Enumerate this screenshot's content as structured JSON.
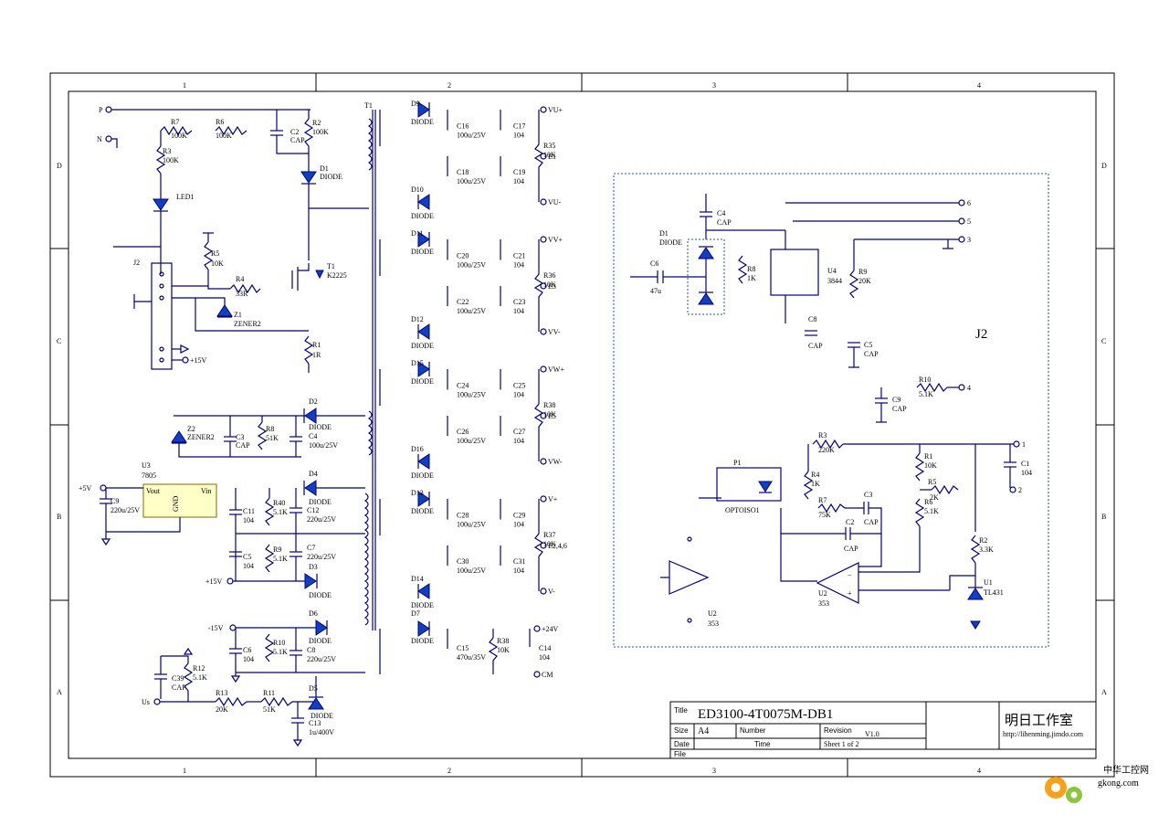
{
  "sheet": {
    "zones_top": [
      "1",
      "2",
      "3",
      "4"
    ],
    "zones_side": [
      "D",
      "C",
      "B",
      "A"
    ]
  },
  "title_block": {
    "title_label": "Title",
    "title": "ED3100-4T0075M-DB1",
    "size_label": "Size",
    "size": "A4",
    "number_label": "Number",
    "revision_label": "Revision",
    "revision": "V1.0",
    "date_label": "Date",
    "time_label": "Time",
    "sheet_text": "Sheet   1   of     2",
    "file_label": "File",
    "studio": "明日工作室",
    "url": "http://lihenming.jimdo.com"
  },
  "left_section": {
    "ports": [
      "P",
      "N",
      "+5V",
      "+15V",
      "-15V",
      "Us",
      "+15V"
    ],
    "components": [
      {
        "ref": "R7",
        "value": "100K"
      },
      {
        "ref": "R6",
        "value": "100K"
      },
      {
        "ref": "R3",
        "value": "100K"
      },
      {
        "ref": "C2",
        "value": "CAP"
      },
      {
        "ref": "R2",
        "value": "100K"
      },
      {
        "ref": "D1",
        "value": "DIODE"
      },
      {
        "ref": "LED1",
        "value": ""
      },
      {
        "ref": "J2",
        "value": ""
      },
      {
        "ref": "R5",
        "value": "10K"
      },
      {
        "ref": "R4",
        "value": "33R"
      },
      {
        "ref": "T1",
        "value": "K2225"
      },
      {
        "ref": "Z1",
        "value": "ZENER2"
      },
      {
        "ref": "R1",
        "value": "1R"
      },
      {
        "ref": "Z2",
        "value": "ZENER2"
      },
      {
        "ref": "C3",
        "value": "CAP"
      },
      {
        "ref": "R8",
        "value": "51K"
      },
      {
        "ref": "D2",
        "value": "DIODE"
      },
      {
        "ref": "C4",
        "value": "100u/25V"
      },
      {
        "ref": "U3",
        "value": "7805"
      },
      {
        "ref": "C9",
        "value": "220u/25V"
      },
      {
        "ref": "C11",
        "value": "104"
      },
      {
        "ref": "R40",
        "value": "5.1K"
      },
      {
        "ref": "C12",
        "value": "220u/25V"
      },
      {
        "ref": "D4",
        "value": "DIODE"
      },
      {
        "ref": "C5",
        "value": "104"
      },
      {
        "ref": "R9",
        "value": "5.1K"
      },
      {
        "ref": "C7",
        "value": "220u/25V"
      },
      {
        "ref": "D3",
        "value": "DIODE"
      },
      {
        "ref": "C6",
        "value": "104"
      },
      {
        "ref": "R10",
        "value": "5.1K"
      },
      {
        "ref": "C8",
        "value": "220u/25V"
      },
      {
        "ref": "D6",
        "value": "DIODE"
      },
      {
        "ref": "C39",
        "value": "CAP"
      },
      {
        "ref": "R12",
        "value": "5.1K"
      },
      {
        "ref": "R13",
        "value": "20K"
      },
      {
        "ref": "R11",
        "value": "51K"
      },
      {
        "ref": "D5",
        "value": "DIODE"
      },
      {
        "ref": "C13",
        "value": "1u/400V"
      }
    ],
    "u3_pins": [
      "Vout",
      "GND",
      "Vin"
    ]
  },
  "middle_section": {
    "transformer": "T1",
    "outputs": [
      "VU+",
      "E1",
      "VU-",
      "VV+",
      "E3",
      "VV-",
      "VW+",
      "E5",
      "VW-",
      "V+",
      "E2,4,6",
      "V-",
      "+24V",
      "CM"
    ],
    "components": [
      {
        "ref": "D9",
        "value": "DIODE"
      },
      {
        "ref": "C16",
        "value": "100u/25V"
      },
      {
        "ref": "C17",
        "value": "104"
      },
      {
        "ref": "R35",
        "value": "10K"
      },
      {
        "ref": "C18",
        "value": "100u/25V"
      },
      {
        "ref": "C19",
        "value": "104"
      },
      {
        "ref": "D10",
        "value": "DIODE"
      },
      {
        "ref": "D11",
        "value": "DIODE"
      },
      {
        "ref": "C20",
        "value": "100u/25V"
      },
      {
        "ref": "C21",
        "value": "104"
      },
      {
        "ref": "R36",
        "value": "10K"
      },
      {
        "ref": "C22",
        "value": "100u/25V"
      },
      {
        "ref": "C23",
        "value": "104"
      },
      {
        "ref": "D12",
        "value": "DIODE"
      },
      {
        "ref": "D15",
        "value": "DIODE"
      },
      {
        "ref": "C24",
        "value": "100u/25V"
      },
      {
        "ref": "C25",
        "value": "104"
      },
      {
        "ref": "R38",
        "value": "10K"
      },
      {
        "ref": "C26",
        "value": "100u/25V"
      },
      {
        "ref": "C27",
        "value": "104"
      },
      {
        "ref": "D16",
        "value": "DIODE"
      },
      {
        "ref": "D13",
        "value": "DIODE"
      },
      {
        "ref": "C28",
        "value": "100u/25V"
      },
      {
        "ref": "C29",
        "value": "104"
      },
      {
        "ref": "R37",
        "value": "10K"
      },
      {
        "ref": "C30",
        "value": "100u/25V"
      },
      {
        "ref": "C31",
        "value": "104"
      },
      {
        "ref": "D14",
        "value": "DIODE"
      },
      {
        "ref": "D7",
        "value": "DIODE"
      },
      {
        "ref": "C15",
        "value": "470u/35V"
      },
      {
        "ref": "R38",
        "value": "10K"
      },
      {
        "ref": "C14",
        "value": "104"
      }
    ]
  },
  "right_section": {
    "heading": "J2",
    "pins": [
      "6",
      "5",
      "3",
      "4",
      "1",
      "2"
    ],
    "components": [
      {
        "ref": "C4",
        "value": "CAP"
      },
      {
        "ref": "D1",
        "value": "DIODE"
      },
      {
        "ref": "C6",
        "value": "47u"
      },
      {
        "ref": "R8",
        "value": "1K"
      },
      {
        "ref": "U4",
        "value": "3844"
      },
      {
        "ref": "R9",
        "value": "20K"
      },
      {
        "ref": "C8",
        "value": "CAP"
      },
      {
        "ref": "C5",
        "value": "CAP"
      },
      {
        "ref": "R10",
        "value": "5.1K"
      },
      {
        "ref": "C9",
        "value": "CAP"
      },
      {
        "ref": "R3",
        "value": "220K"
      },
      {
        "ref": "R1",
        "value": "10K"
      },
      {
        "ref": "C1",
        "value": "104"
      },
      {
        "ref": "P1",
        "value": "OPTOISO1"
      },
      {
        "ref": "R4",
        "value": "1K"
      },
      {
        "ref": "R7",
        "value": "75K"
      },
      {
        "ref": "C3",
        "value": "CAP"
      },
      {
        "ref": "R5",
        "value": "2K"
      },
      {
        "ref": "R6",
        "value": "5.1K"
      },
      {
        "ref": "C2",
        "value": "CAP"
      },
      {
        "ref": "R2",
        "value": "3.3K"
      },
      {
        "ref": "U2",
        "value": "353"
      },
      {
        "ref": "U1",
        "value": "TL431"
      },
      {
        "ref": "U2",
        "value": "353"
      }
    ]
  },
  "watermark": {
    "cn": "中华工控网",
    "en": "gkong.com"
  }
}
